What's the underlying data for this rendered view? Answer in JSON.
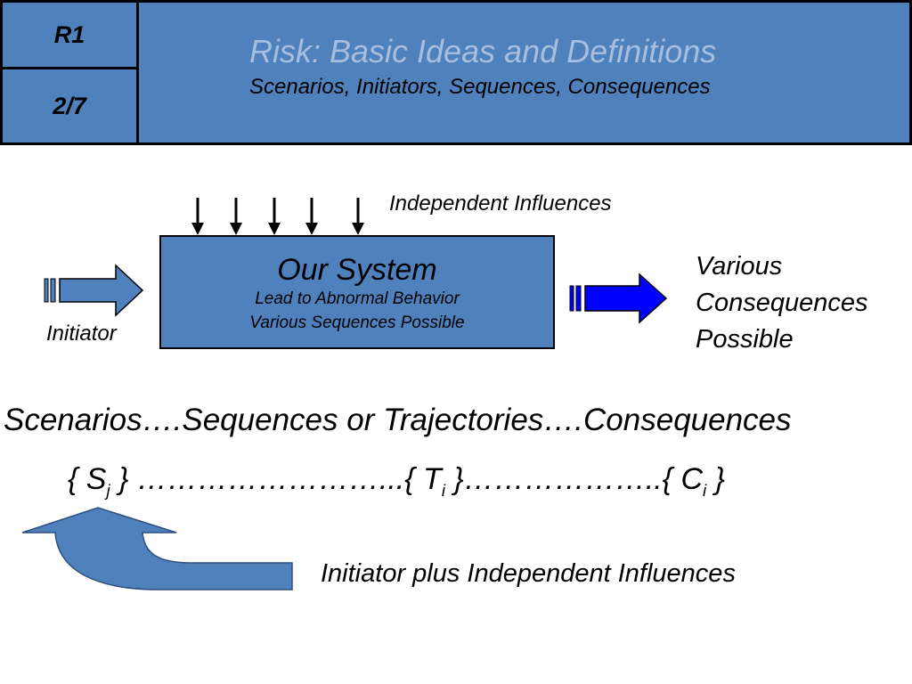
{
  "header": {
    "slide_id": "R1",
    "slide_page": "2/7",
    "title": "Risk: Basic Ideas and Definitions",
    "subtitle": "Scenarios, Initiators, Sequences, Consequences"
  },
  "diagram": {
    "influences_label": "Independent Influences",
    "system_title": "Our System",
    "system_line1": "Lead to Abnormal Behavior",
    "system_line2": "Various Sequences Possible",
    "initiator_label": "Initiator",
    "consequences_line1": "Various",
    "consequences_line2": "Consequences",
    "consequences_line3": "Possible"
  },
  "formula": {
    "heading": "Scenarios….Sequences or Trajectories….Consequences",
    "s_open": "{ S",
    "s_sub": "j",
    "s_close": " } ……………………...{ T",
    "t_sub": "i",
    "t_close": " }………………..{ C",
    "c_sub": "i",
    "c_close": " }"
  },
  "footer": {
    "note": "Initiator plus Independent Influences"
  },
  "colors": {
    "header_fill": "#4f81bd",
    "title_text": "#a7bedf",
    "system_fill": "#4f81bd",
    "output_arrow": "#0000ff"
  }
}
